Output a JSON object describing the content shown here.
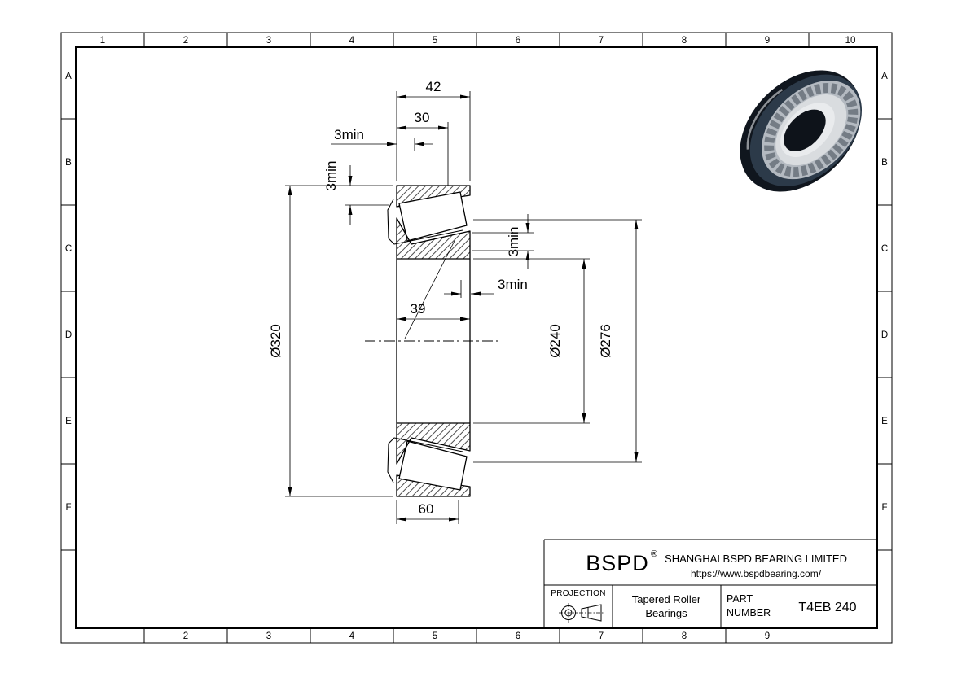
{
  "sheet": {
    "grid": {
      "top": [
        "1",
        "2",
        "3",
        "4",
        "5",
        "6",
        "7",
        "8",
        "9",
        "10"
      ],
      "bottom": [
        "2",
        "3",
        "4",
        "5",
        "6",
        "7",
        "8",
        "9"
      ],
      "left": [
        "A",
        "B",
        "C",
        "D",
        "E",
        "F"
      ],
      "right": [
        "A",
        "B",
        "C",
        "D",
        "E",
        "F"
      ]
    }
  },
  "dimensions": {
    "total_width": "42",
    "cup_width": "30",
    "cone_width": "39",
    "back_face_offset": "60",
    "outer_diameter": "Ø320",
    "bore_diameter": "Ø240",
    "cup_inner_diameter": "Ø276",
    "clearance": "3min"
  },
  "title_block": {
    "brand": "BSPD",
    "registered": "®",
    "company": "SHANGHAI BSPD BEARING LIMITED",
    "website": "https://www.bspdbearing.com/",
    "projection_label": "PROJECTION",
    "product_line1": "Tapered Roller",
    "product_line2": "Bearings",
    "part_label_line1": "PART",
    "part_label_line2": "NUMBER",
    "part_number": "T4EB 240"
  }
}
